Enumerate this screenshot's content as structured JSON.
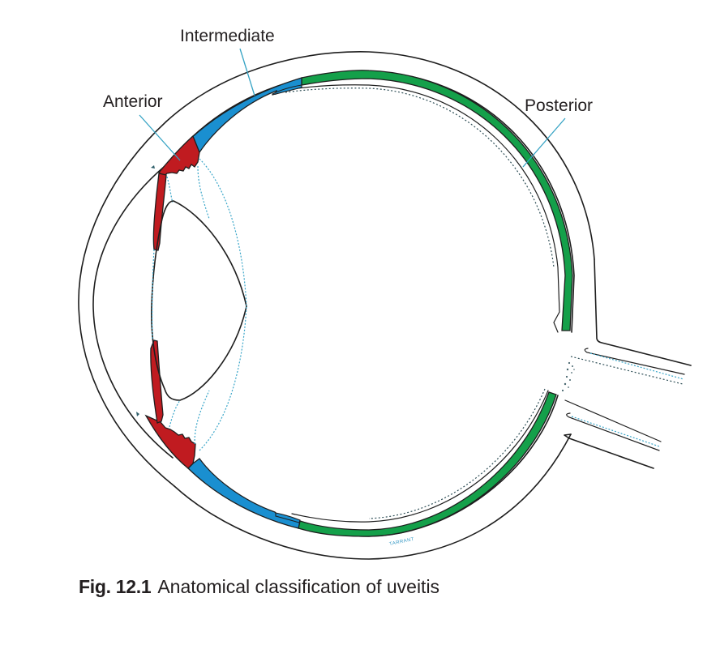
{
  "figure": {
    "type": "anatomical-diagram",
    "subject": "Cross-section of the human eye",
    "labels": {
      "intermediate": "Intermediate",
      "anterior": "Anterior",
      "posterior": "Posterior"
    },
    "caption": {
      "number": "Fig. 12.1",
      "text": "Anatomical classification of uveitis"
    },
    "signature": "TARRANT",
    "regions": [
      {
        "name": "anterior",
        "structure": "iris and ciliary body",
        "color": "#c01b20"
      },
      {
        "name": "intermediate",
        "structure": "pars plana",
        "color": "#1a8fd0"
      },
      {
        "name": "posterior",
        "structure": "choroid",
        "color": "#14a04a"
      }
    ],
    "line_color": "#1e1e1e",
    "leader_color": "#35a3c4"
  }
}
